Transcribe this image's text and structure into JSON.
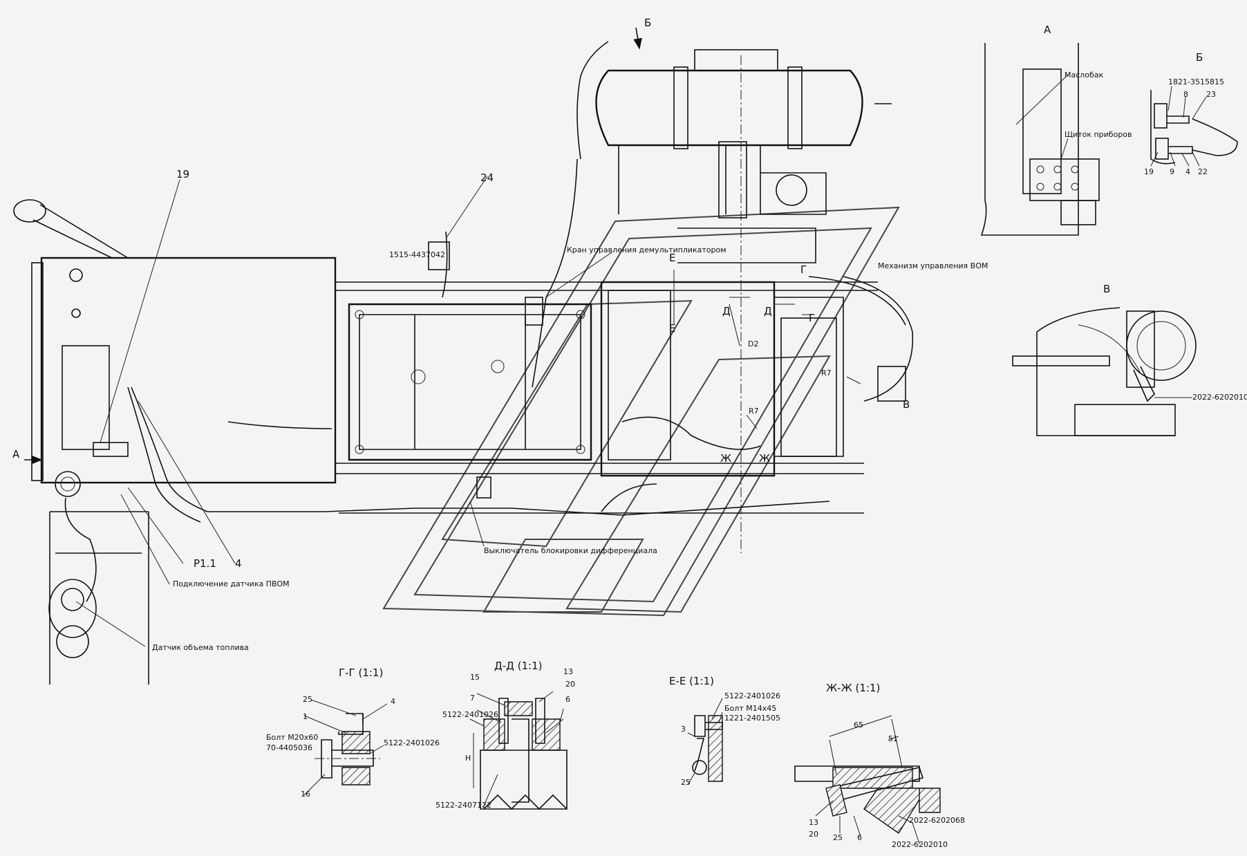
{
  "views": {
    "a": "А",
    "b": "Б",
    "v": "В",
    "g": "Г-Г (1:1)",
    "d": "Д-Д (1:1)",
    "e": "Е-Е (1:1)",
    "zh": "Ж-Ж (1:1)"
  },
  "markers": {
    "a_arrow": "А",
    "b_top": "Б",
    "v": "В",
    "g1": "Г",
    "g2": "Г",
    "d1": "Д",
    "d2": "Д",
    "e1": "Е",
    "e2": "Е",
    "zh1": "Ж",
    "zh2": "Ж"
  },
  "callouts": {
    "n19": "19",
    "n24": "24",
    "n4": "4",
    "p_ref": "Р1.1",
    "part_1515": "1515-4437042",
    "kran": "Кран управления демультипликатором",
    "vykl": "Выключатель блокировки дифференциала",
    "podkl": "Подключение датчика ПВОМ",
    "datchik": "Датчик объема топлива",
    "mehanizm": "Механизм управления ВОМ",
    "d2": "D2",
    "r7a": "R7",
    "r7b": "R7"
  },
  "view_a": {
    "maslobak": "Маслобак",
    "shchitok": "Щиток приборов"
  },
  "view_b": {
    "part": "1821-3515815",
    "n8": "8",
    "n23": "23",
    "n19": "19",
    "n9": "9",
    "n4": "4",
    "n22": "22"
  },
  "view_v": {
    "part": "2022-6202010"
  },
  "section_g": {
    "n25": "25",
    "n4": "4",
    "n1": "1",
    "bolt": "Болт М20х60",
    "bolt_part": "70-4405036",
    "part": "5122-2401026",
    "n16": "16"
  },
  "section_d": {
    "n15": "15",
    "n13": "13",
    "n20": "20",
    "n7": "7",
    "n6": "6",
    "part1": "5122-2401026",
    "part2": "5122-2407122",
    "dim_h": "Н"
  },
  "section_e": {
    "part": "5122-2401026",
    "bolt": "Болт М14х45",
    "bolt_part": "1221-2401505",
    "n3": "3",
    "n25": "25"
  },
  "section_zh": {
    "dim1": "65",
    "dim2": "51",
    "n13": "13",
    "n20": "20",
    "n25": "25",
    "n6": "6",
    "part1": "2022-6202068",
    "part2": "2022-6202010"
  }
}
